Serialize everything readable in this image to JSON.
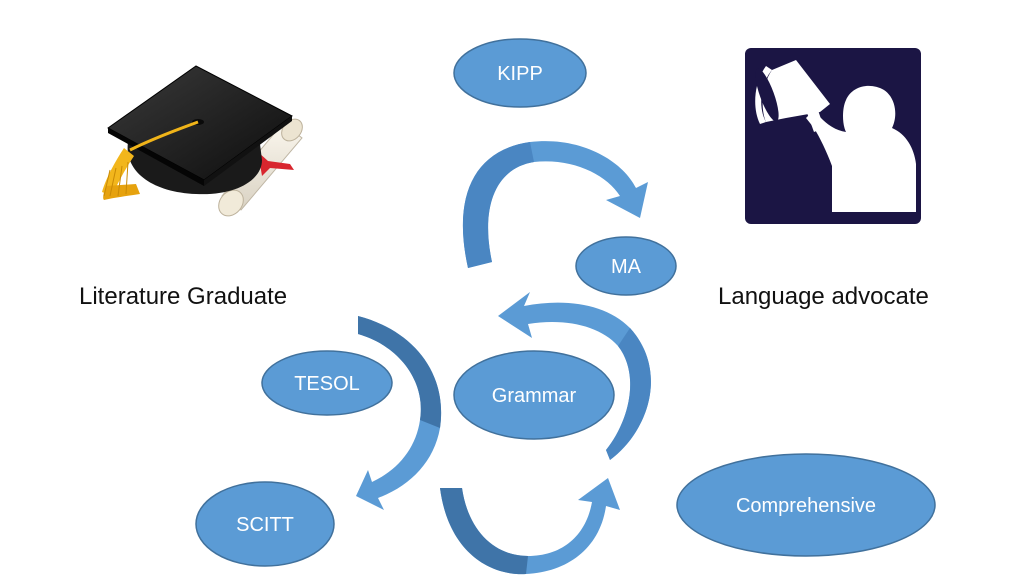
{
  "labels": {
    "left": "Literature Graduate",
    "right": "Language advocate"
  },
  "nodes": {
    "kipp": "KIPP",
    "ma": "MA",
    "tesol": "TESOL",
    "grammar": "Grammar",
    "scitt": "SCITT",
    "comprehensive": "Comprehensive"
  },
  "icons": {
    "left": "graduation-cap-and-diploma",
    "right": "megaphone-person"
  },
  "colors": {
    "node_fill": "#5b9bd5",
    "node_stroke": "#41719c",
    "arrow_fill": "#5b9bd5",
    "arrow_shade": "#3f74a8",
    "badge_bg": "#1b1544"
  }
}
